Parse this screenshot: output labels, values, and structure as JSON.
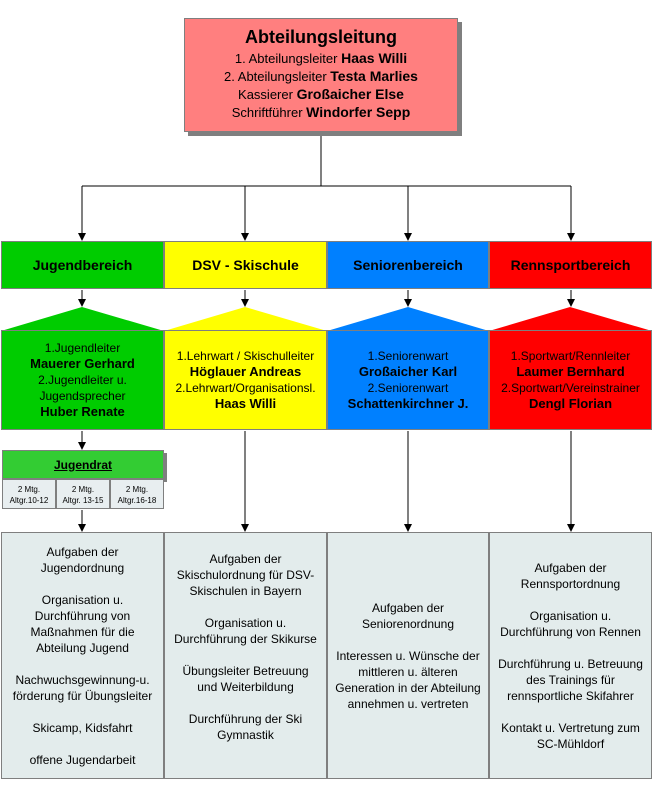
{
  "top": {
    "title": "Abteilungsleitung",
    "rows": [
      {
        "role": "1. Abteilungsleiter",
        "name": "Haas Willi"
      },
      {
        "role": "2. Abteilungsleiter",
        "name": "Testa Marlies"
      },
      {
        "role": "Kassierer",
        "name": "Großaicher Else"
      },
      {
        "role": "Schriftführer",
        "name": "Windorfer Sepp"
      }
    ]
  },
  "departments": [
    {
      "label": "Jugendbereich",
      "color": "#00cc00"
    },
    {
      "label": "DSV - Skischule",
      "color": "#ffff00"
    },
    {
      "label": "Seniorenbereich",
      "color": "#0080ff"
    },
    {
      "label": "Rennsportbereich",
      "color": "#ff0000"
    }
  ],
  "leaders": [
    {
      "lines": [
        {
          "text": "1.Jugendleiter",
          "bold": false
        },
        {
          "text": "Mauerer Gerhard",
          "bold": true
        },
        {
          "text": "2.Jugendleiter u.",
          "bold": false
        },
        {
          "text": "Jugendsprecher",
          "bold": false
        },
        {
          "text": "Huber Renate",
          "bold": true
        }
      ]
    },
    {
      "lines": [
        {
          "text": "1.Lehrwart / Skischulleiter",
          "bold": false
        },
        {
          "text": "Höglauer Andreas",
          "bold": true
        },
        {
          "text": "2.Lehrwart/Organisationsl.",
          "bold": false
        },
        {
          "text": "Haas Willi",
          "bold": true
        }
      ]
    },
    {
      "lines": [
        {
          "text": "1.Seniorenwart",
          "bold": false
        },
        {
          "text": "Großaicher Karl",
          "bold": true
        },
        {
          "text": "2.Seniorenwart",
          "bold": false
        },
        {
          "text": "Schattenkirchner J.",
          "bold": true
        }
      ]
    },
    {
      "lines": [
        {
          "text": "1.Sportwart/Rennleiter",
          "bold": false
        },
        {
          "text": "Laumer Bernhard",
          "bold": true
        },
        {
          "text": "2.Sportwart/Vereinstrainer",
          "bold": false
        },
        {
          "text": "Dengl Florian",
          "bold": true
        }
      ]
    }
  ],
  "jugendrat": {
    "title": "Jugendrat",
    "cells": [
      {
        "line1": "2 Mtg.",
        "line2": "Altgr.10-12"
      },
      {
        "line1": "2 Mtg.",
        "line2": "Altgr. 13-15"
      },
      {
        "line1": "2 Mtg.",
        "line2": "Altgr.16-18"
      }
    ]
  },
  "tasks": [
    [
      "Aufgaben der Jugendordnung",
      "Organisation u. Durchführung von Maßnahmen für die Abteilung Jugend",
      "Nachwuchsgewinnung-u. förderung für Übungsleiter",
      "Skicamp, Kidsfahrt",
      "offene Jugendarbeit"
    ],
    [
      "Aufgaben der Skischulordnung für DSV-Skischulen in Bayern",
      "Organisation u. Durchführung der Skikurse",
      "Übungsleiter Betreuung und Weiterbildung",
      "Durchführung der Ski Gymnastik"
    ],
    [
      "Aufgaben der Seniorenordnung",
      "Interessen u. Wünsche der mittleren u. älteren Generation in der Abteilung annehmen u. vertreten"
    ],
    [
      "Aufgaben der Rennsportordnung",
      "Organisation u. Durchführung von Rennen",
      "Durchführung u. Betreuung des Trainings für rennsportliche Skifahrer",
      "Kontakt u. Vertretung zum SC-Mühldorf"
    ]
  ]
}
